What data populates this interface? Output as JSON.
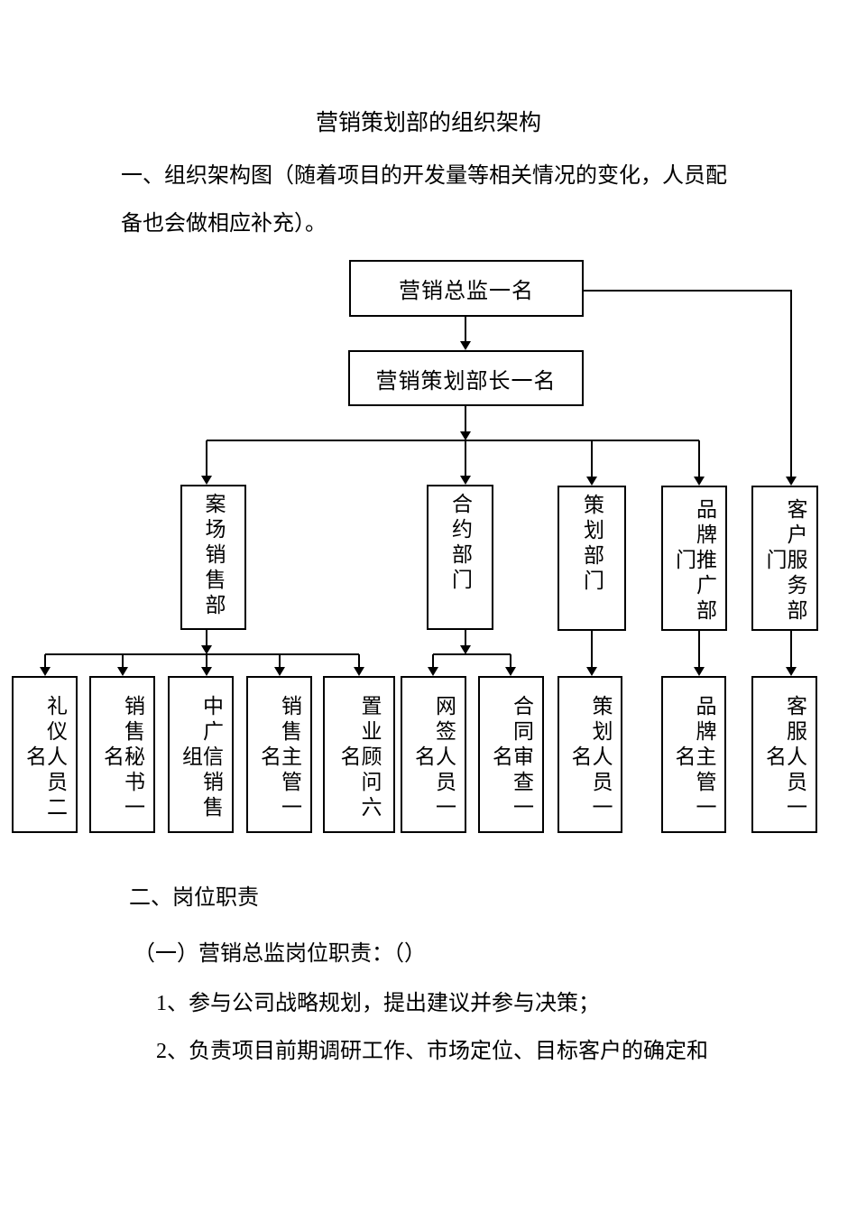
{
  "page": {
    "title": "营销策划部的组织架构",
    "intro": {
      "lines": [
        "一、组织架构图（随着项目的开发量等相关情况的变化，人员配",
        "备也会做相应补充）。"
      ]
    },
    "section2": {
      "heading": "二、岗位职责",
      "subheading": "（一）营销总监岗位职责：（）",
      "items": [
        "1、参与公司战略规划，提出建议并参与决策；",
        "2、负责项目前期调研工作、市场定位、目标客户的确定和"
      ]
    }
  },
  "chart": {
    "type": "org-chart",
    "root": {
      "label": "营销总监一名"
    },
    "manager": {
      "label": "营销策划部长一名"
    },
    "departments": [
      {
        "label": "案场销售部",
        "children": [
          "礼仪人员二名",
          "销售秘书一名",
          "中广信销售组",
          "销售主管一名",
          "置业顾问六名"
        ]
      },
      {
        "label": "合约部门",
        "children": [
          "网签人员一名",
          "合同审查一名"
        ]
      },
      {
        "label": "策划部门",
        "children": [
          "策划人员一名"
        ]
      },
      {
        "label": "品牌推广部门",
        "children": [
          "品牌主管一名"
        ]
      },
      {
        "label": "客户服务部门",
        "children": [
          "客服人员一名"
        ]
      }
    ],
    "edge_note": "客户服务部门 reports directly to 营销总监; other four departments hang from 营销策划部长"
  }
}
